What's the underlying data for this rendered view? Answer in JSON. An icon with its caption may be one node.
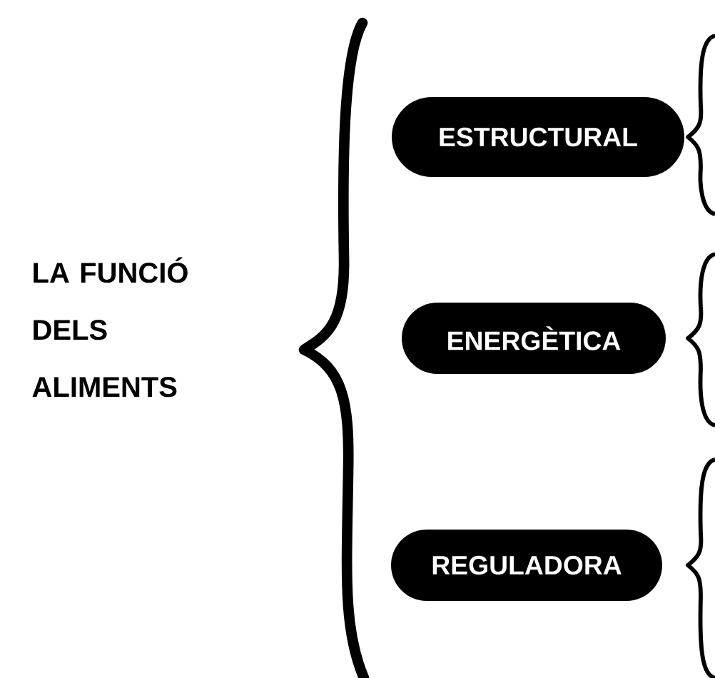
{
  "diagram": {
    "nodes": [
      {
        "text": [
          "ESTRUCTURAL"
        ]
      },
      {
        "text": [
          "ENERGÈTICA"
        ]
      },
      {
        "text": [
          "REGULADORA"
        ]
      }
    ],
    "labels": [
      "LA FUNCIÓ DELS ALIMENTS"
    ]
  }
}
